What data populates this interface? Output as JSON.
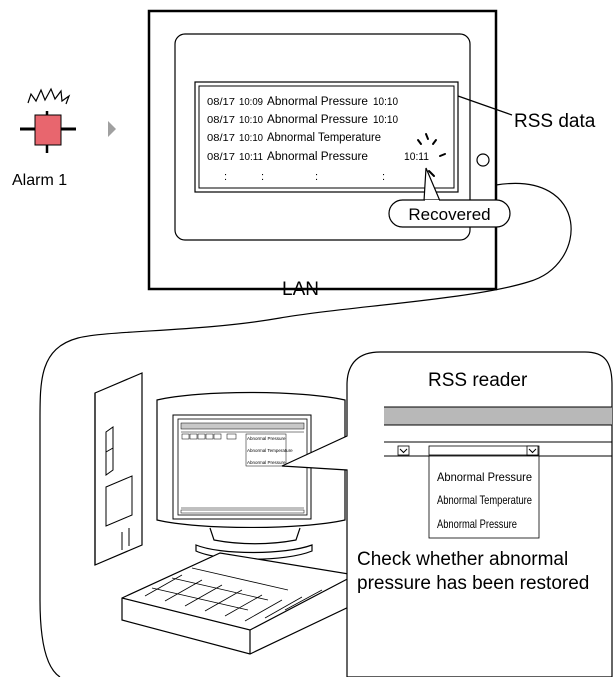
{
  "alarm": {
    "label": "Alarm 1",
    "lamp_color": "#e8666e"
  },
  "display": {
    "log_lines": [
      {
        "date": "08/17",
        "time": "10:09",
        "event": "Abnormal Pressure",
        "recovered": "10:10"
      },
      {
        "date": "08/17",
        "time": "10:10",
        "event": "Abnormal Pressure",
        "recovered": "10:10"
      },
      {
        "date": "08/17",
        "time": "10:10",
        "event": "Abnormal Temperature",
        "recovered": ""
      },
      {
        "date": "08/17",
        "time": "10:11",
        "event": "Abnormal Pressure",
        "recovered": "10:11"
      }
    ],
    "ellipsis": ":",
    "recovered_label": "Recovered"
  },
  "rss_data_label": "RSS data",
  "lan_label": "LAN",
  "rss_reader": {
    "title": "RSS reader",
    "items": [
      "Abnormal Pressure",
      "Abnormal Temperature",
      "Abnormal Pressure"
    ],
    "read_item_color": "#b0b0b0"
  },
  "pc_screen_items": [
    "Abnormal Pressure",
    "Abnormal Temperature",
    "Abnormal Pressure"
  ],
  "caption": "Check whether abnormal pressure has been restored"
}
